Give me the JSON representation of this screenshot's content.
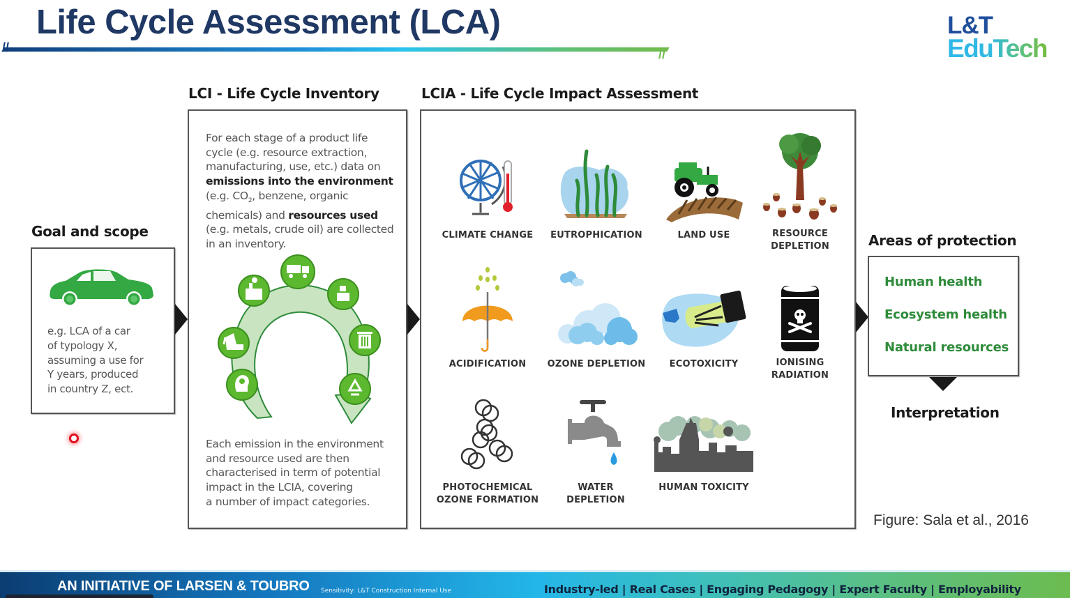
{
  "header": {
    "title": "Life Cycle Assessment (LCA)",
    "logo_line1": "L&T",
    "logo_line2": "EduTech"
  },
  "goal_scope": {
    "heading": "Goal and scope",
    "icon": "car-icon",
    "lines": [
      "e.g. LCA of a car",
      "of typology X,",
      "assuming a use for",
      "Y years, produced",
      "in country Z, ect."
    ]
  },
  "lci": {
    "heading": "LCI - Life Cycle Inventory",
    "intro": {
      "l1": "For each stage of a product life",
      "l2": "cycle (e.g. resource extraction,",
      "l3": "manufacturing, use, etc.) data on",
      "l4_bold": "emissions into the environment",
      "l5a": "(e.g. CO",
      "l5sub": "2",
      "l5b": ", benzene, organic",
      "l6a": "chemicals) and ",
      "l6_bold": "resources used",
      "l7": "(e.g. metals, crude oil) are collected",
      "l8": "in an inventory."
    },
    "cycle_stages": [
      "design-icon",
      "excavator-icon",
      "factory-icon",
      "truck-icon",
      "packaging-icon",
      "trash-bin-icon",
      "recycle-icon"
    ],
    "outro": [
      "Each emission in the environment",
      "and resource used are then",
      "characterised in term of potential",
      "impact in the LCIA, covering",
      "a number of impact categories."
    ]
  },
  "lcia": {
    "heading": "LCIA - Life Cycle Impact Assessment",
    "categories": [
      {
        "label": [
          "CLIMATE CHANGE"
        ],
        "icon": "globe-thermometer-icon"
      },
      {
        "label": [
          "EUTROPHICATION"
        ],
        "icon": "algae-icon"
      },
      {
        "label": [
          "LAND USE"
        ],
        "icon": "tractor-icon"
      },
      {
        "label": [
          "RESOURCE",
          "DEPLETION"
        ],
        "icon": "tree-stumps-icon"
      },
      {
        "label": [
          "ACIDIFICATION"
        ],
        "icon": "umbrella-rain-icon"
      },
      {
        "label": [
          "OZONE DEPLETION"
        ],
        "icon": "clouds-icon"
      },
      {
        "label": [
          "ECOTOXICITY"
        ],
        "icon": "spray-fish-icon"
      },
      {
        "label": [
          "IONISING",
          "RADIATION"
        ],
        "icon": "toxic-barrel-icon"
      },
      {
        "label": [
          "PHOTOCHEMICAL",
          "OZONE FORMATION"
        ],
        "icon": "molecule-icon"
      },
      {
        "label": [
          "WATER",
          "DEPLETION"
        ],
        "icon": "tap-icon"
      },
      {
        "label": [
          "HUMAN TOXICITY"
        ],
        "icon": "smog-city-icon"
      }
    ]
  },
  "areas_of_protection": {
    "heading": "Areas of protection",
    "items": [
      "Human health",
      "Ecosystem health",
      "Natural resources"
    ],
    "color": "#2e8b3a"
  },
  "interpretation": "Interpretation",
  "figure_caption": "Figure: Sala et al., 2016",
  "footer": {
    "left": "AN INITIATIVE OF LARSEN & TOUBRO",
    "right": "Industry-led | Real Cases | Engaging Pedagogy | Expert Faculty | Employability",
    "sensitivity": "Sensitivity: L&T Construction Internal Use"
  }
}
